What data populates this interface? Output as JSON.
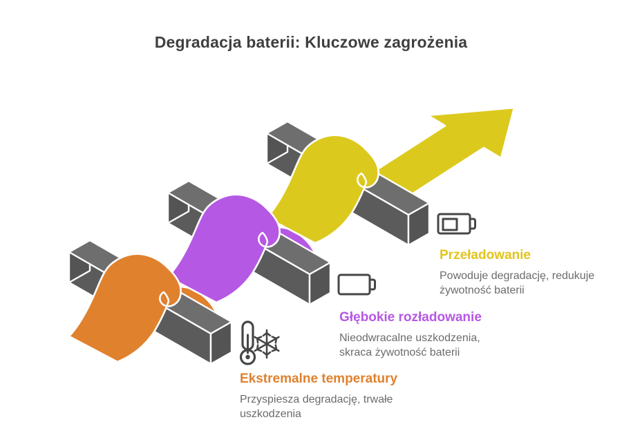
{
  "title": "Degradacja baterii: Kluczowe zagrożenia",
  "colors": {
    "orange": "#E0812E",
    "purple": "#B558E4",
    "yellow": "#DCC91E",
    "yellow_label": "#E2C51B",
    "bar_top": "#6E6E6E",
    "bar_side": "#5B5B5B",
    "bar_cap": "#545454",
    "title_text": "#3F3F3F",
    "body_text": "#6B6B6B",
    "icon_stroke": "#464646"
  },
  "sections": [
    {
      "icon": "thermometer-snowflake-icon",
      "label": "Ekstremalne temperatury",
      "description": "Przyspiesza degradację, trwałe\nuszkodzenia"
    },
    {
      "icon": "battery-empty-icon",
      "label": "Głębokie rozładowanie",
      "description": "Nieodwracalne uszkodzenia,\nskraca żywotność baterii"
    },
    {
      "icon": "battery-low-icon",
      "label": "Przeładowanie",
      "description": "Powoduje degradację, redukuje\nżywotność baterii"
    }
  ],
  "graphic": {
    "type": "isometric-ribbon-arrow-weave",
    "segment_order": [
      "Ekstremalne temperatury",
      "Głębokie rozładowanie",
      "Przeładowanie"
    ]
  }
}
